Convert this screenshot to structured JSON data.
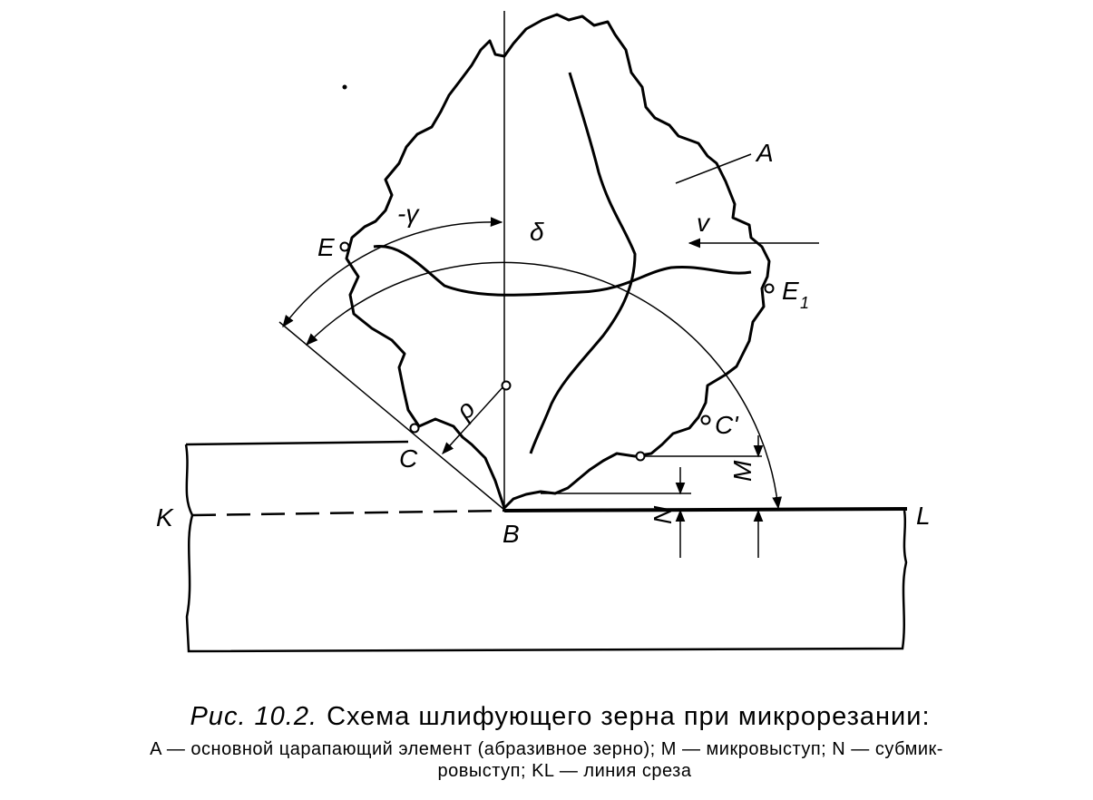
{
  "figure": {
    "labels": {
      "A": "A",
      "v": "v",
      "gamma": "-γ",
      "delta": "δ",
      "E": "E",
      "E1_main": "E",
      "E1_sub": "1",
      "rho": "ρ",
      "C": "C",
      "C_prime": "C'",
      "M": "M",
      "N": "N",
      "K": "K",
      "B": "B",
      "L": "L"
    }
  },
  "caption": {
    "figure_number": "Рис. 10.2.",
    "title": "Схема шлифующего зерна при микрорезании:",
    "legend_line1": "A — основной царапающий элемент (абразивное зерно); M — микровыступ; N — субмик-",
    "legend_line2": "ровыступ; KL — линия среза"
  }
}
